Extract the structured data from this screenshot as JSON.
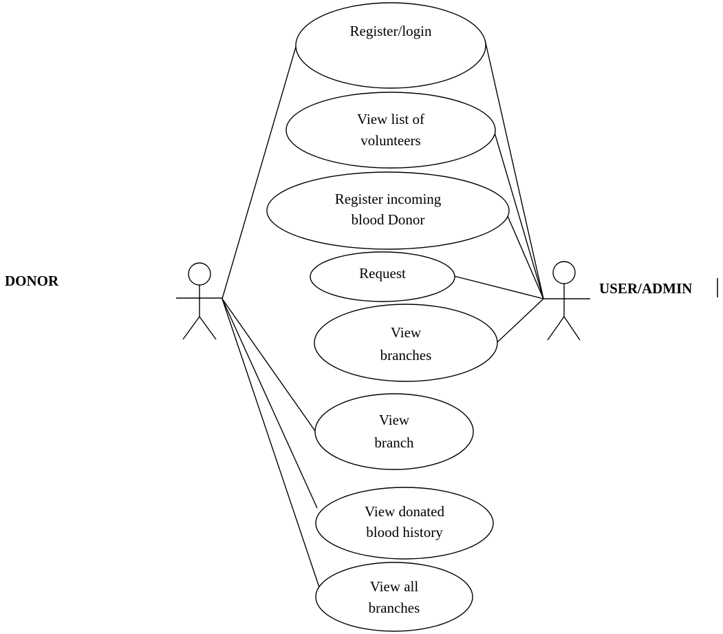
{
  "actors": {
    "donor": {
      "label": "DONOR"
    },
    "admin": {
      "label": "USER/ADMIN"
    }
  },
  "use_cases": [
    {
      "id": "register-login",
      "lines": [
        "Register/login"
      ]
    },
    {
      "id": "view-volunteers",
      "lines": [
        "View list of",
        "volunteers"
      ]
    },
    {
      "id": "register-donor",
      "lines": [
        "Register incoming",
        "blood Donor"
      ]
    },
    {
      "id": "request",
      "lines": [
        "Request"
      ]
    },
    {
      "id": "view-branches",
      "lines": [
        "View",
        "branches"
      ]
    },
    {
      "id": "view-branch",
      "lines": [
        "View",
        "branch"
      ]
    },
    {
      "id": "view-donated-history",
      "lines": [
        "View donated",
        "blood history"
      ]
    },
    {
      "id": "view-all-branches",
      "lines": [
        "View all",
        "branches"
      ]
    }
  ],
  "associations": {
    "donor": [
      "register-login",
      "view-branch",
      "view-donated-history",
      "view-all-branches"
    ],
    "admin": [
      "register-login",
      "view-volunteers",
      "register-donor",
      "request",
      "view-branches"
    ]
  }
}
